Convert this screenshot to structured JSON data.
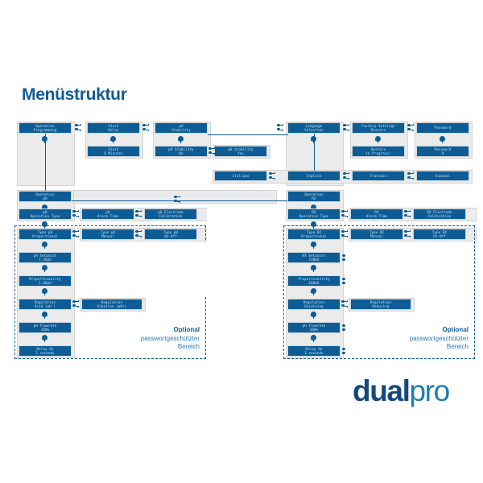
{
  "page": {
    "title": "Menüstruktur",
    "background": "#ffffff",
    "accent": "#0d5c96",
    "panel_color": "#ebebeb"
  },
  "logo": {
    "part1": "dual",
    "part2": "pro"
  },
  "optional_regions": [
    {
      "id": "ph-optional",
      "heading": "Optional",
      "line2": "passwortgeschützter",
      "line3": "Bereich"
    },
    {
      "id": "rx-optional",
      "heading": "Optional",
      "line2": "passwortgeschützter",
      "line3": "Bereich"
    }
  ],
  "menu": {
    "row_main": [
      {
        "id": "operation-programming",
        "line1": "Operation",
        "line2": "Programming"
      },
      {
        "id": "start-delay",
        "line1": "Start",
        "line2": "Delay"
      },
      {
        "id": "ph-stability",
        "line1": "pH",
        "line2": "Stability"
      },
      {
        "id": "language-selection",
        "line1": "Language",
        "line2": "Selection"
      },
      {
        "id": "factory-settings",
        "line1": "Factory Settings",
        "line2": "Restore"
      },
      {
        "id": "password",
        "line1": "Password",
        "line2": ""
      }
    ],
    "row_main_sub": [
      {
        "id": "start-6-minutes",
        "line1": "Start",
        "line2": "6 Minutes"
      },
      {
        "id": "ph-stability-no",
        "line1": "pH Stability",
        "line2": "No"
      },
      {
        "id": "ph-stability-yes",
        "line1": "pH Stability",
        "line2": "Yes"
      },
      {
        "id": "restore-in-progress",
        "line1": "Restore",
        "line2": "in Progress!"
      },
      {
        "id": "password-value",
        "line1": "Password",
        "line2": "0"
      }
    ],
    "languages": [
      {
        "id": "lang-italiano",
        "line1": "Italiano",
        "line2": ""
      },
      {
        "id": "lang-english",
        "line1": "English",
        "line2": ""
      },
      {
        "id": "lang-francais",
        "line1": "Francais",
        "line2": ""
      },
      {
        "id": "lang-espanol",
        "line1": "Espanol",
        "line2": ""
      }
    ],
    "ph_branch": {
      "root": {
        "id": "operation-ph",
        "line1": "Operation",
        "line2": "pH"
      },
      "level2": [
        {
          "id": "ph-operation-type",
          "line1": "pH",
          "line2": "Operation Type"
        },
        {
          "id": "ph-alarm-time",
          "line1": "pH",
          "line2": "Alarm Time"
        },
        {
          "id": "ph-electrode-calibration",
          "line1": "pH Electrode",
          "line2": "Calibration"
        }
      ],
      "types": [
        {
          "id": "type-ph-proportional",
          "line1": "Type pH",
          "line2": "Proportional"
        },
        {
          "id": "type-ph-manual",
          "line1": "Type pH",
          "line2": "Manual"
        },
        {
          "id": "type-ph-on-off",
          "line1": "Type pH",
          "line2": "On-Off"
        }
      ],
      "chain": [
        {
          "id": "ph-setpoint",
          "line1": "pH Setpoint",
          "line2": "7.30pH"
        },
        {
          "id": "ph-proportionality",
          "line1": "Proportionality",
          "line2": "1.00pH"
        },
        {
          "id": "ph-regulation",
          "line1": "Regulation",
          "line2": "Acid (pH-)"
        },
        {
          "id": "ph-flowrate",
          "line1": "pH Flowrate",
          "line2": "100%"
        },
        {
          "id": "ph-delay-on",
          "line1": "Delay On",
          "line2": "3 seconds"
        }
      ],
      "alt": {
        "id": "ph-regulation-alkaline",
        "line1": "Regulation",
        "line2": "Alkaline (pH+)"
      }
    },
    "rx_branch": {
      "root": {
        "id": "operation-rx",
        "line1": "Operation",
        "line2": "RX"
      },
      "level2": [
        {
          "id": "rx-operation-type",
          "line1": "RX",
          "line2": "Operation Type"
        },
        {
          "id": "rx-alarm-time",
          "line1": "RX",
          "line2": "Alarm Time"
        },
        {
          "id": "rx-electrode-calibration",
          "line1": "RX Electrode",
          "line2": "Calibration"
        }
      ],
      "types": [
        {
          "id": "type-rx-proportional",
          "line1": "Type RX",
          "line2": "Proportional"
        },
        {
          "id": "type-rx-manual",
          "line1": "Type RX",
          "line2": "Manual"
        },
        {
          "id": "type-rx-on-off",
          "line1": "Type RX",
          "line2": "On-Off"
        }
      ],
      "chain": [
        {
          "id": "rx-setpoint",
          "line1": "RX Setpoint",
          "line2": "730mV"
        },
        {
          "id": "rx-proportionality",
          "line1": "Proportionality",
          "line2": "100mV"
        },
        {
          "id": "rx-regulation",
          "line1": "Regulation",
          "line2": "Oxidizing"
        },
        {
          "id": "rx-flowrate",
          "line1": "pH Flowrate",
          "line2": "100%"
        },
        {
          "id": "rx-delay-on",
          "line1": "Delay On",
          "line2": "3 seconds"
        }
      ],
      "alt": {
        "id": "rx-regulation-reducing",
        "line1": "Regulation",
        "line2": "Reducing"
      }
    }
  }
}
